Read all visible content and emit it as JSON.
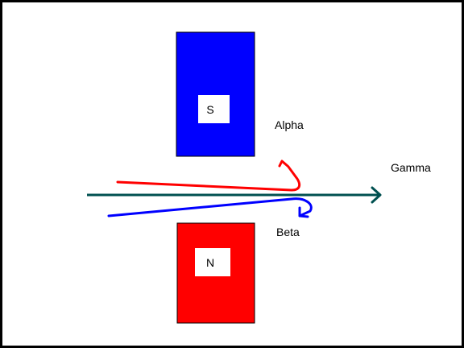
{
  "magnets": {
    "top": {
      "pole": "S",
      "color": "#0000ff"
    },
    "bottom": {
      "pole": "N",
      "color": "#ff0000"
    }
  },
  "rays": {
    "alpha": {
      "label": "Alpha",
      "color": "#ff0000"
    },
    "beta": {
      "label": "Beta",
      "color": "#0000ff"
    },
    "gamma": {
      "label": "Gamma",
      "color": "#005050"
    }
  },
  "colors": {
    "frame": "#000000",
    "background": "#ffffff",
    "pole_box": "#ffffff"
  }
}
